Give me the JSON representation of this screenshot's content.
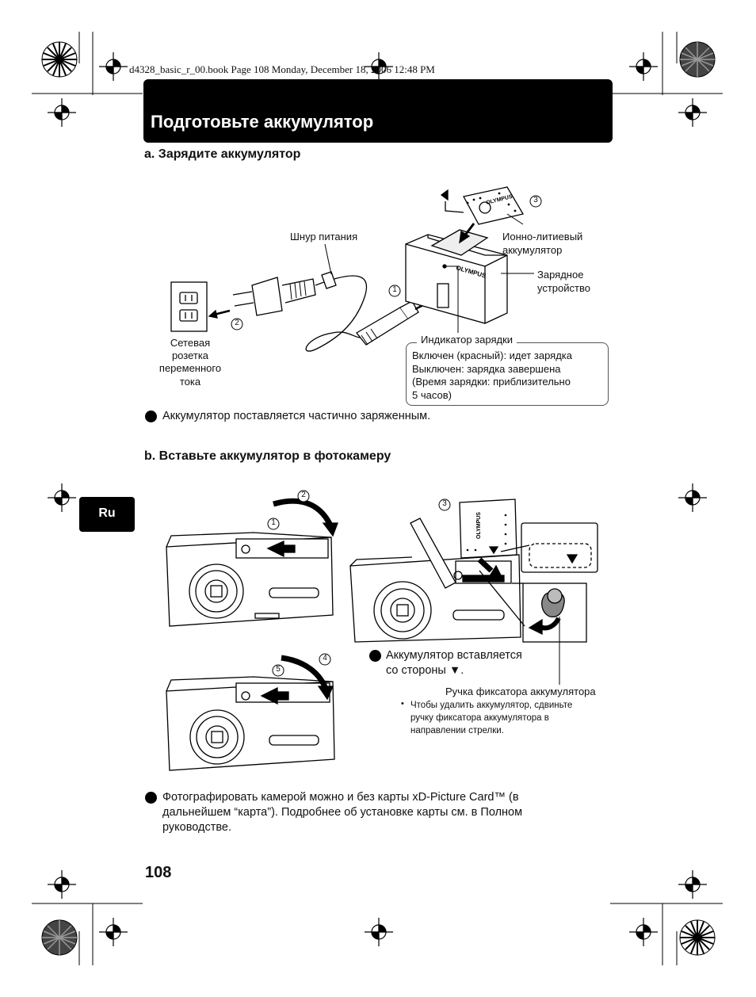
{
  "header": {
    "print_line": "d4328_basic_r_00.book  Page 108  Monday, December 18, 2006  12:48 PM"
  },
  "title": "Подготовьте аккумулятор",
  "section_a": {
    "heading": "a.  Зарядите аккумулятор",
    "labels": {
      "power_cord": "Шнур питания",
      "li_ion_line1": "Ионно-литиевый",
      "li_ion_line2": "аккумулятор",
      "charger_line1": "Зарядное",
      "charger_line2": "устройство",
      "outlet_line1": "Сетевая",
      "outlet_line2": "розетка",
      "outlet_line3": "переменного",
      "outlet_line4": "тока",
      "brand": "OLYMPUS"
    },
    "indicator": {
      "title": "Индикатор зарядки",
      "line1": "Включен (красный): идет зарядка",
      "line2": "Выключен: зарядка завершена",
      "line3": "(Время зарядки: приблизительно",
      "line4": "5 часов)"
    },
    "steps": [
      "1",
      "2",
      "3"
    ],
    "note": "Аккумулятор поставляется частично заряженным."
  },
  "section_b": {
    "heading": "b.  Вставьте аккумулятор в фотокамеру",
    "steps": [
      "1",
      "2",
      "3",
      "4",
      "5"
    ],
    "insert_note_line1": "Аккумулятор вставляется",
    "insert_note_line2": "со стороны ▼.",
    "lock_title": "Ручка фиксатора аккумулятора",
    "lock_bullet": "•",
    "lock_line1": "Чтобы удалить аккумулятор, сдвиньте",
    "lock_line2": "ручку фиксатора аккумулятора в",
    "lock_line3": "направлении стрелки.",
    "card_note_line1": "Фотографировать камерой можно и без карты xD-Picture Card™ (в",
    "card_note_line2": "дальнейшем “карта”). Подробнее об установке карты см. в Полном",
    "card_note_line3": "руководстве.",
    "camera_brand": "OLYMPUS"
  },
  "side_tab": "Ru",
  "page_number": "108"
}
